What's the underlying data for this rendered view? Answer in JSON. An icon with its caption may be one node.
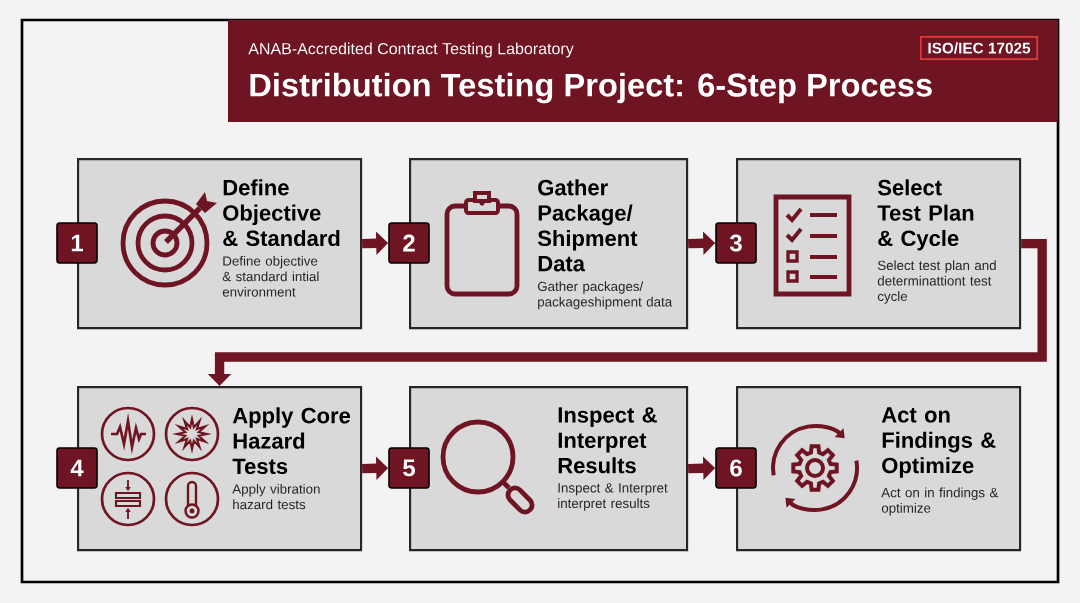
{
  "diagram": {
    "title": "Distribution Testing Project: 6-Step Process",
    "nodes": [
      {
        "text": [
          "ISO/IEC 17025"
        ]
      },
      {
        "text": [
          "1"
        ]
      },
      {
        "text": [
          "Define Objective & Standard",
          "Define objective & standard intial environment"
        ]
      },
      {
        "text": [
          "2"
        ]
      },
      {
        "text": [
          "Gather Package/ Shipment Data",
          "Gather packages/ packageshipment data"
        ]
      },
      {
        "text": [
          "3"
        ]
      },
      {
        "text": [
          "Select Test Plan & Cycle",
          "Select test plan and determinattiont test cycle"
        ]
      },
      {
        "text": [
          "4"
        ]
      },
      {
        "text": [
          "Apply Core Hazard Tests",
          "Apply vibration hazard tests"
        ]
      },
      {
        "text": [
          "5"
        ]
      },
      {
        "text": [
          "Inspect & Interpret Results",
          "Inspect & Interpret interpret results"
        ]
      },
      {
        "text": [
          "6"
        ]
      },
      {
        "text": [
          "Act on Findings & Optimize",
          "Act on in findings & optimize"
        ]
      }
    ],
    "edges": [
      {
        "from": 2,
        "to": 3,
        "arrow": "to"
      },
      {
        "from": 4,
        "to": 5,
        "arrow": "to"
      },
      {
        "from": 6,
        "to": 8,
        "arrow": "to"
      },
      {
        "from": 8,
        "to": 9,
        "arrow": "to"
      },
      {
        "from": 10,
        "to": 11,
        "arrow": "to"
      }
    ],
    "labels": [
      "ANAB-Accredited Contract Testing Laboratory"
    ]
  }
}
